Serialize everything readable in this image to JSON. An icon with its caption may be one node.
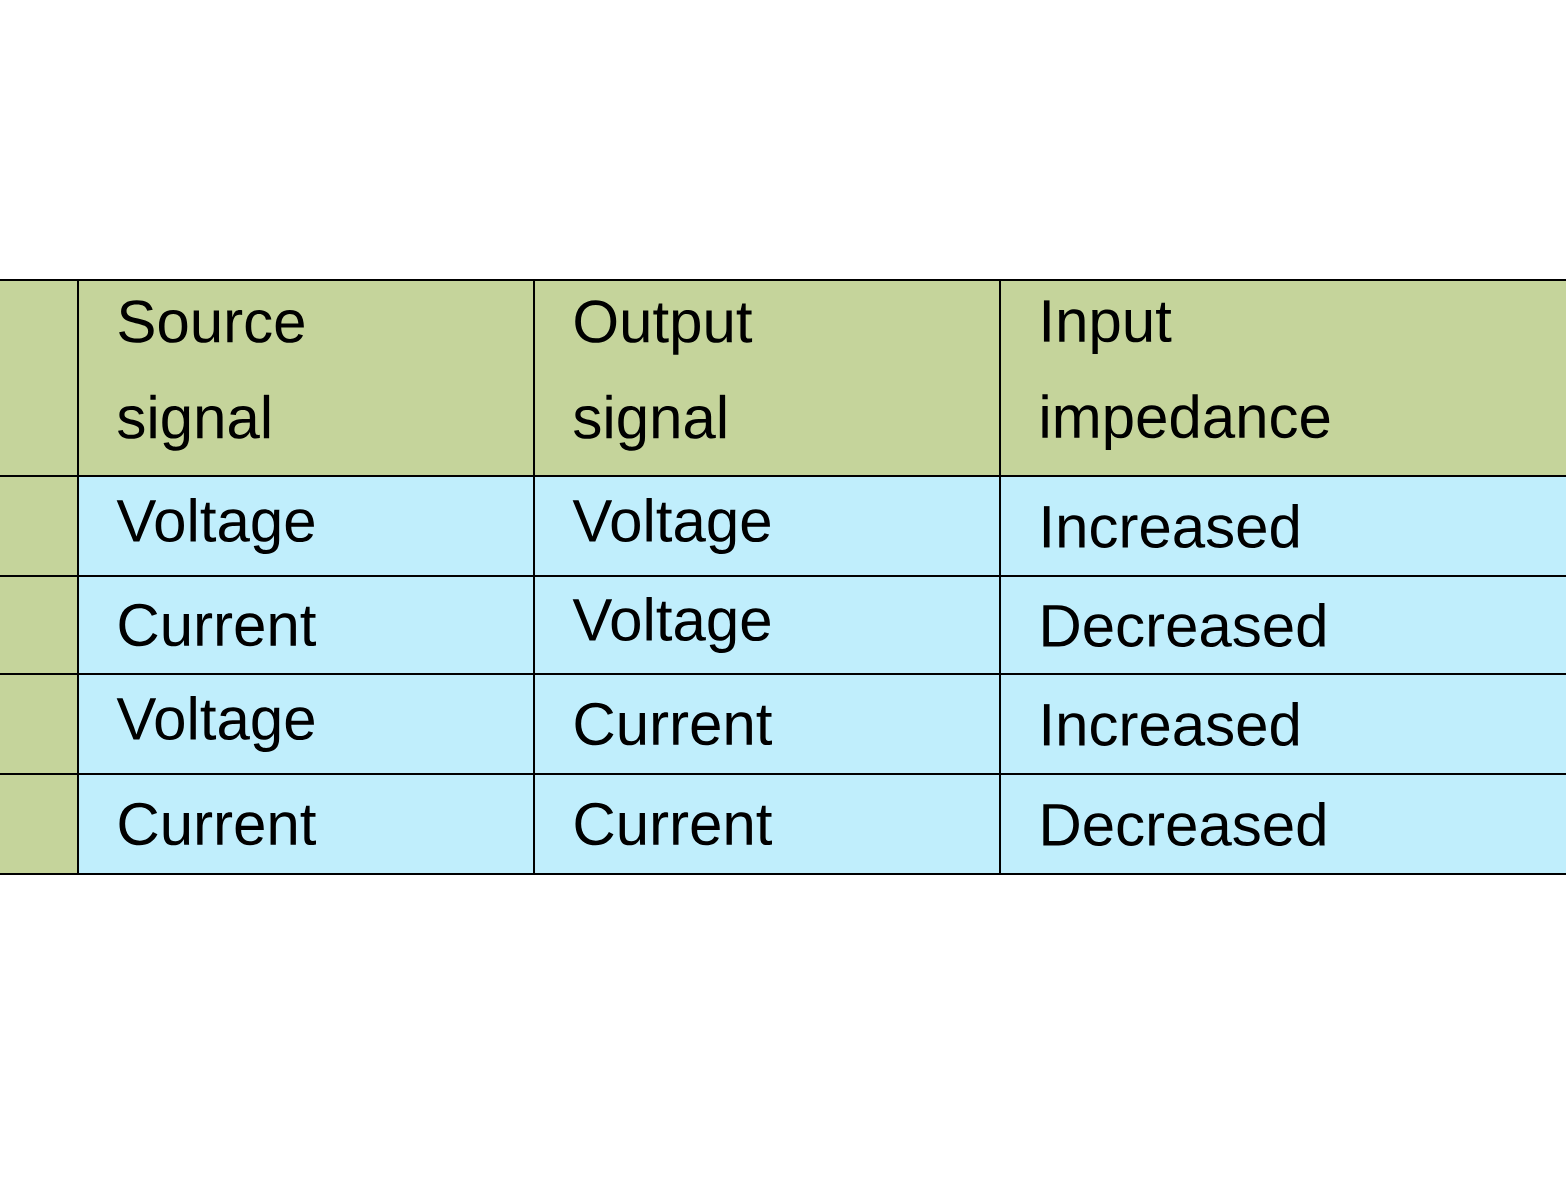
{
  "diagram": {
    "labels": [
      "Source signal",
      "Output signal",
      "Input impedance",
      "Voltage",
      "Voltage",
      "Increased",
      "Current",
      "Voltage",
      "Decreased",
      "Voltage",
      "Current",
      "Increased",
      "Current",
      "Current",
      "Decreased"
    ]
  }
}
